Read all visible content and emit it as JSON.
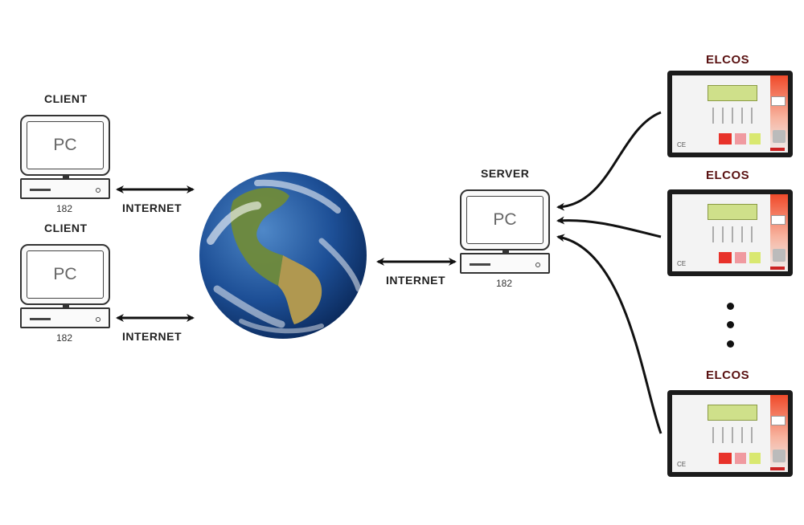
{
  "clients": [
    {
      "title": "CLIENT",
      "screen_text": "PC",
      "number": "182",
      "link_label": "INTERNET"
    },
    {
      "title": "CLIENT",
      "screen_text": "PC",
      "number": "182",
      "link_label": "INTERNET"
    }
  ],
  "server": {
    "title": "SERVER",
    "screen_text": "PC",
    "number": "182",
    "link_label": "INTERNET"
  },
  "devices": [
    {
      "title": "ELCOS"
    },
    {
      "title": "ELCOS"
    },
    {
      "title": "ELCOS"
    }
  ],
  "colors": {
    "device_title": "#5a1212",
    "arrow": "#111111",
    "text": "#222222"
  },
  "icons": {
    "pc": "desktop-computer-icon",
    "globe": "earth-globe-icon",
    "device": "controller-panel-icon"
  }
}
